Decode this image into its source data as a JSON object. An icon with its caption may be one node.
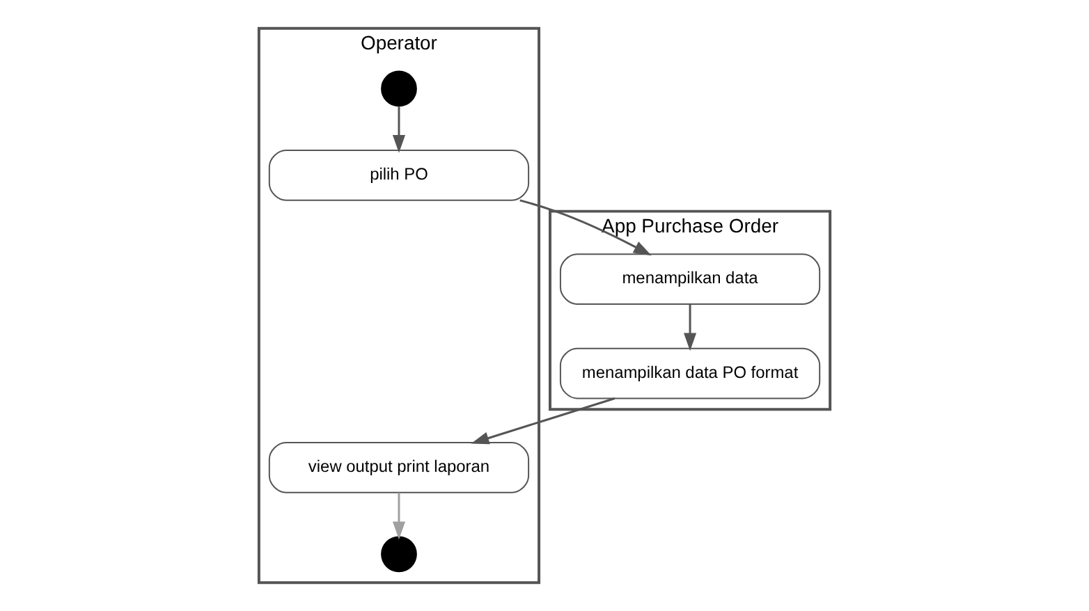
{
  "diagram": {
    "nodes": [
      {
        "text": [
          "Operator"
        ]
      },
      {
        "text": [
          "App Purchase Order"
        ]
      },
      {
        "text": [],
        "shape": "circle",
        "in": 0
      },
      {
        "text": [
          "pilih PO"
        ],
        "in": 0
      },
      {
        "text": [
          "menampilkan data"
        ],
        "in": 1
      },
      {
        "text": [
          "menampilkan data PO format"
        ],
        "in": 1
      },
      {
        "text": [
          "view output print laporan"
        ],
        "in": 0
      },
      {
        "text": [],
        "shape": "circle",
        "in": 0
      }
    ],
    "edges": [
      {
        "from": 2,
        "to": 3,
        "arrow": "to"
      },
      {
        "from": 3,
        "to": 4,
        "arrow": "to"
      },
      {
        "from": 4,
        "to": 5,
        "arrow": "to"
      },
      {
        "from": 5,
        "to": 6,
        "arrow": "to"
      },
      {
        "from": 6,
        "to": 7,
        "arrow": "to",
        "color": "#a0a0a0"
      }
    ]
  }
}
